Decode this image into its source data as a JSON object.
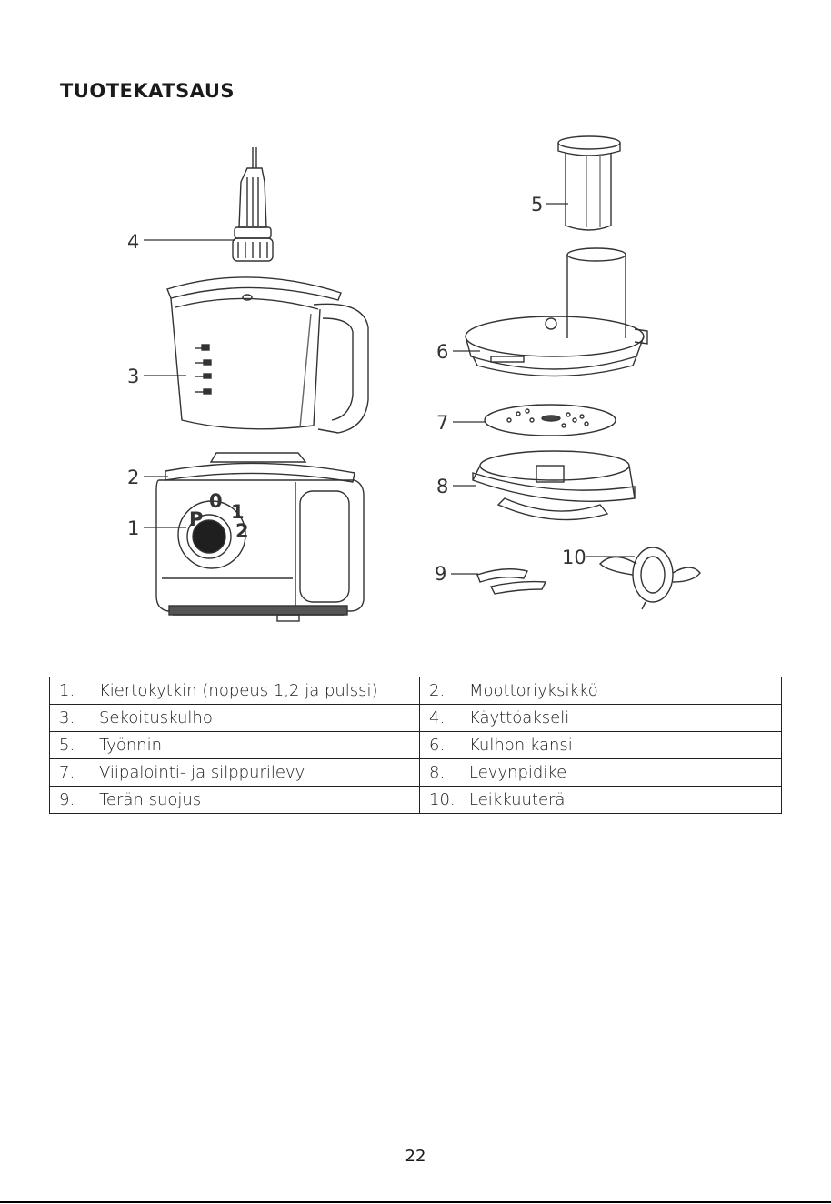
{
  "title": "TUOTEKATSAUS",
  "callouts": [
    "1",
    "2",
    "3",
    "4",
    "5",
    "6",
    "7",
    "8",
    "9",
    "10"
  ],
  "dial_labels": {
    "p": "P",
    "zero": "0",
    "one": "1",
    "two": "2"
  },
  "parts": [
    [
      {
        "num": "1.",
        "label": "Kiertokytkin (nopeus 1,2 ja pulssi)"
      },
      {
        "num": "2.",
        "label": "Moottoriyksikkö"
      }
    ],
    [
      {
        "num": "3.",
        "label": "Sekoituskulho"
      },
      {
        "num": "4.",
        "label": "Käyttöakseli"
      }
    ],
    [
      {
        "num": "5.",
        "label": "Työnnin"
      },
      {
        "num": "6.",
        "label": "Kulhon kansi"
      }
    ],
    [
      {
        "num": "7.",
        "label": "Viipalointi- ja silppurilevy"
      },
      {
        "num": "8.",
        "label": "Levynpidike"
      }
    ],
    [
      {
        "num": "9.",
        "label": "Terän suojus"
      },
      {
        "num": "10.",
        "label": "Leikkuuterä"
      }
    ]
  ],
  "page_number": "22"
}
